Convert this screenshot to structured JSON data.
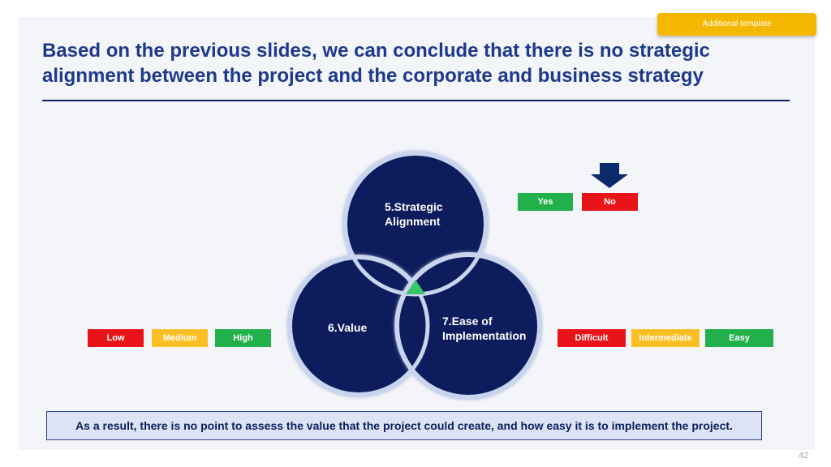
{
  "tag": {
    "text": "Additional template",
    "color": "#f5b800"
  },
  "title": {
    "line1": "Based on the previous slides, we can conclude that there is no strategic",
    "line2": "alignment between the project and the corporate and business strategy"
  },
  "venn": {
    "circles": [
      {
        "label_line1": "5.Strategic",
        "label_line2": "Alignment"
      },
      {
        "label_line1": "6.Value"
      },
      {
        "label_line1": "7.Ease of",
        "label_line2": "Implementation"
      }
    ],
    "fill_color": "#0b1f5c",
    "ring_color": "#c9d4ee",
    "center_marker_color": "#3cc46a"
  },
  "strategic_scale": {
    "options": [
      {
        "label": "Yes",
        "color": "#22b04b"
      },
      {
        "label": "No",
        "color": "#e8141a",
        "selected": true
      }
    ],
    "arrow_color": "#0b2a6b"
  },
  "value_scale": {
    "options": [
      {
        "label": "Low",
        "color": "#e8141a"
      },
      {
        "label": "Medium",
        "color": "#fbbf24"
      },
      {
        "label": "High",
        "color": "#22b04b"
      }
    ]
  },
  "ease_scale": {
    "options": [
      {
        "label": "Difficult",
        "color": "#e8141a"
      },
      {
        "label": "Intermediate",
        "color": "#fbbf24"
      },
      {
        "label": "Easy",
        "color": "#22b04b"
      }
    ]
  },
  "result": "As a result, there is no point to assess the value that the project could create, and how easy it is to implement the project.",
  "page_number": "42"
}
